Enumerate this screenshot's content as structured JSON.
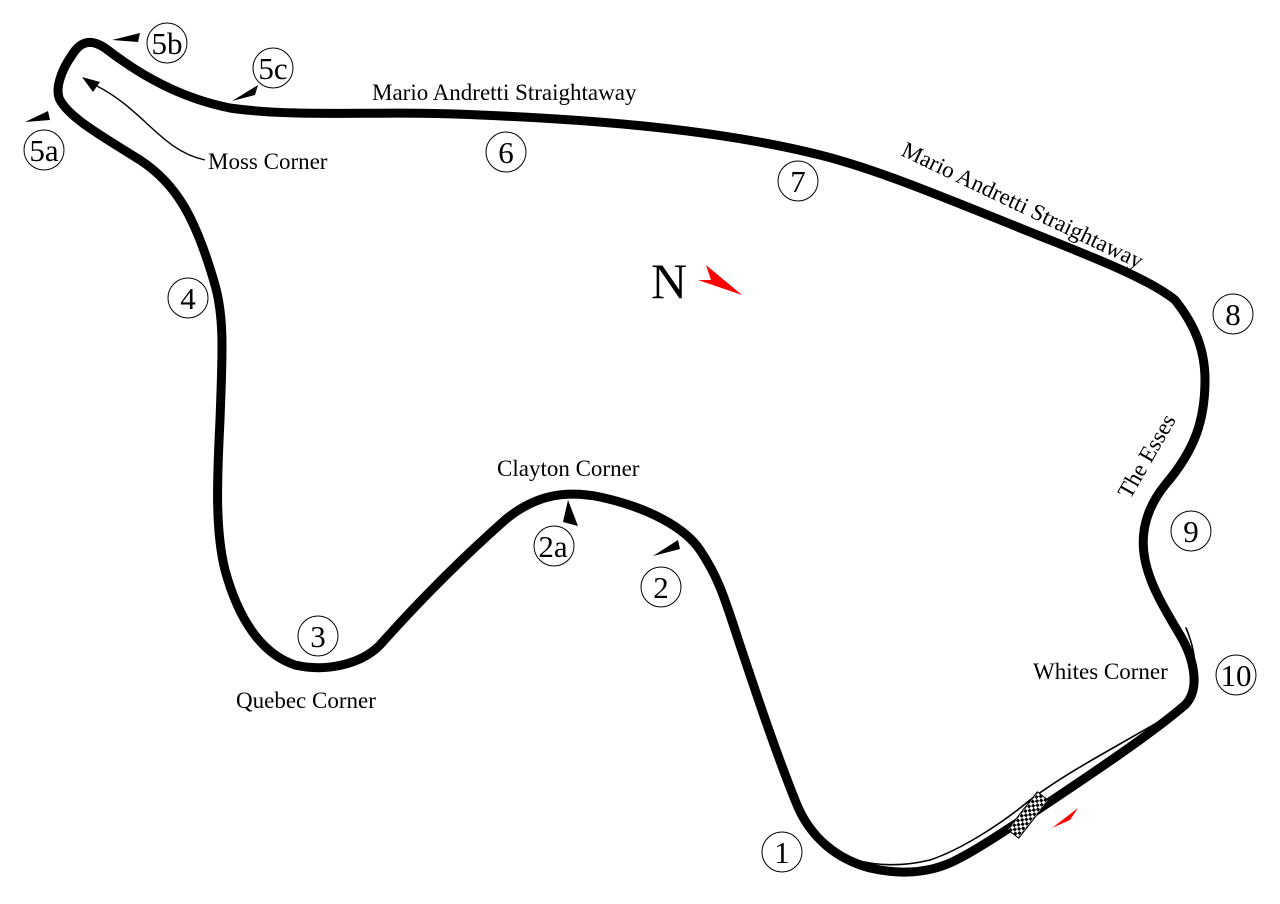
{
  "colors": {
    "track": "#000000",
    "north_arrow": "#ff0000",
    "direction_arrow": "#ff0000",
    "background": "#ffffff"
  },
  "north": {
    "label": "N",
    "icon": "north-arrow-icon"
  },
  "turns": [
    {
      "label": "1"
    },
    {
      "label": "2"
    },
    {
      "label": "2a"
    },
    {
      "label": "3"
    },
    {
      "label": "4"
    },
    {
      "label": "5a"
    },
    {
      "label": "5b"
    },
    {
      "label": "5c"
    },
    {
      "label": "6"
    },
    {
      "label": "7"
    },
    {
      "label": "8"
    },
    {
      "label": "9"
    },
    {
      "label": "10"
    }
  ],
  "corner_names": {
    "moss": "Moss Corner",
    "mario_andretti_1": "Mario Andretti Straightaway",
    "mario_andretti_2": "Mario Andretti Straightaway",
    "clayton": "Clayton Corner",
    "quebec": "Quebec Corner",
    "the_esses": "The Esses",
    "whites": "Whites Corner"
  },
  "icons": {
    "start_finish": "checkered-flag-icon",
    "race_direction": "direction-arrow-icon",
    "braking_marker": "braking-marker-icon"
  }
}
